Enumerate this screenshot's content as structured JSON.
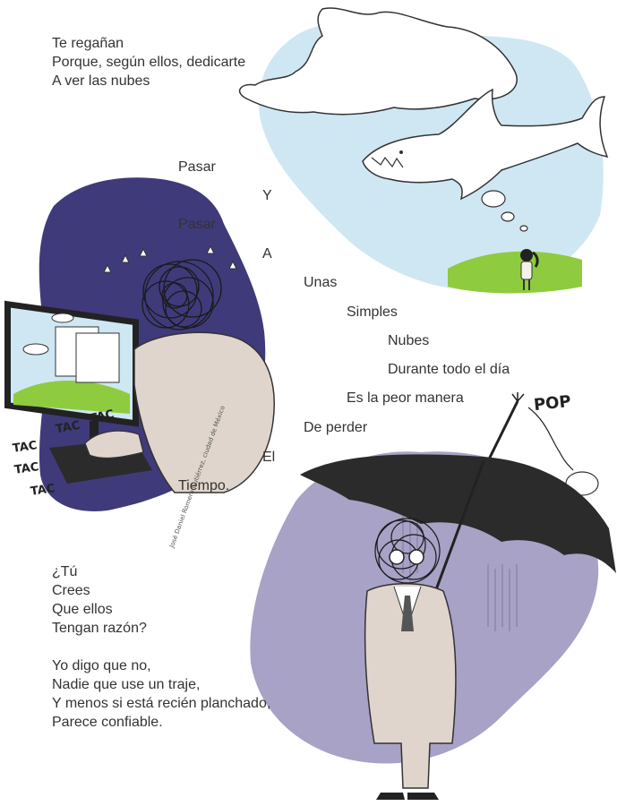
{
  "intro": {
    "lines": [
      "Te regañan",
      "Porque, según ellos, dedicarte",
      "A ver las nubes"
    ]
  },
  "cascade": {
    "words": [
      "Pasar",
      "Y",
      "Pasar",
      "A",
      "Unas",
      "Simples",
      "Nubes",
      "Durante todo el día",
      "Es la peor manera",
      "De perder",
      "El",
      "Tiempo."
    ]
  },
  "question": {
    "lines": [
      "¿Tú",
      "Crees",
      "Que ellos",
      "Tengan razón?"
    ]
  },
  "answer": {
    "lines": [
      "Yo digo que no,",
      "Nadie que use un traje,",
      "Y menos si está recién planchado,",
      "Parece confiable."
    ]
  },
  "illustration": {
    "typing_sounds": [
      "TAC",
      "TAC",
      "TAC",
      "TAC",
      "TAC"
    ],
    "pop_sound": "POP",
    "credit": "José Daniel Romero Gutiérrez, ciudad de México",
    "colors": {
      "sky": "#cfe7f3",
      "grass": "#8fcb3e",
      "purple_blob": "#3f3a7a",
      "lavender_blob": "#a7a2c6",
      "umbrella": "#2b2b2b",
      "suit": "#e0d5cc"
    }
  }
}
